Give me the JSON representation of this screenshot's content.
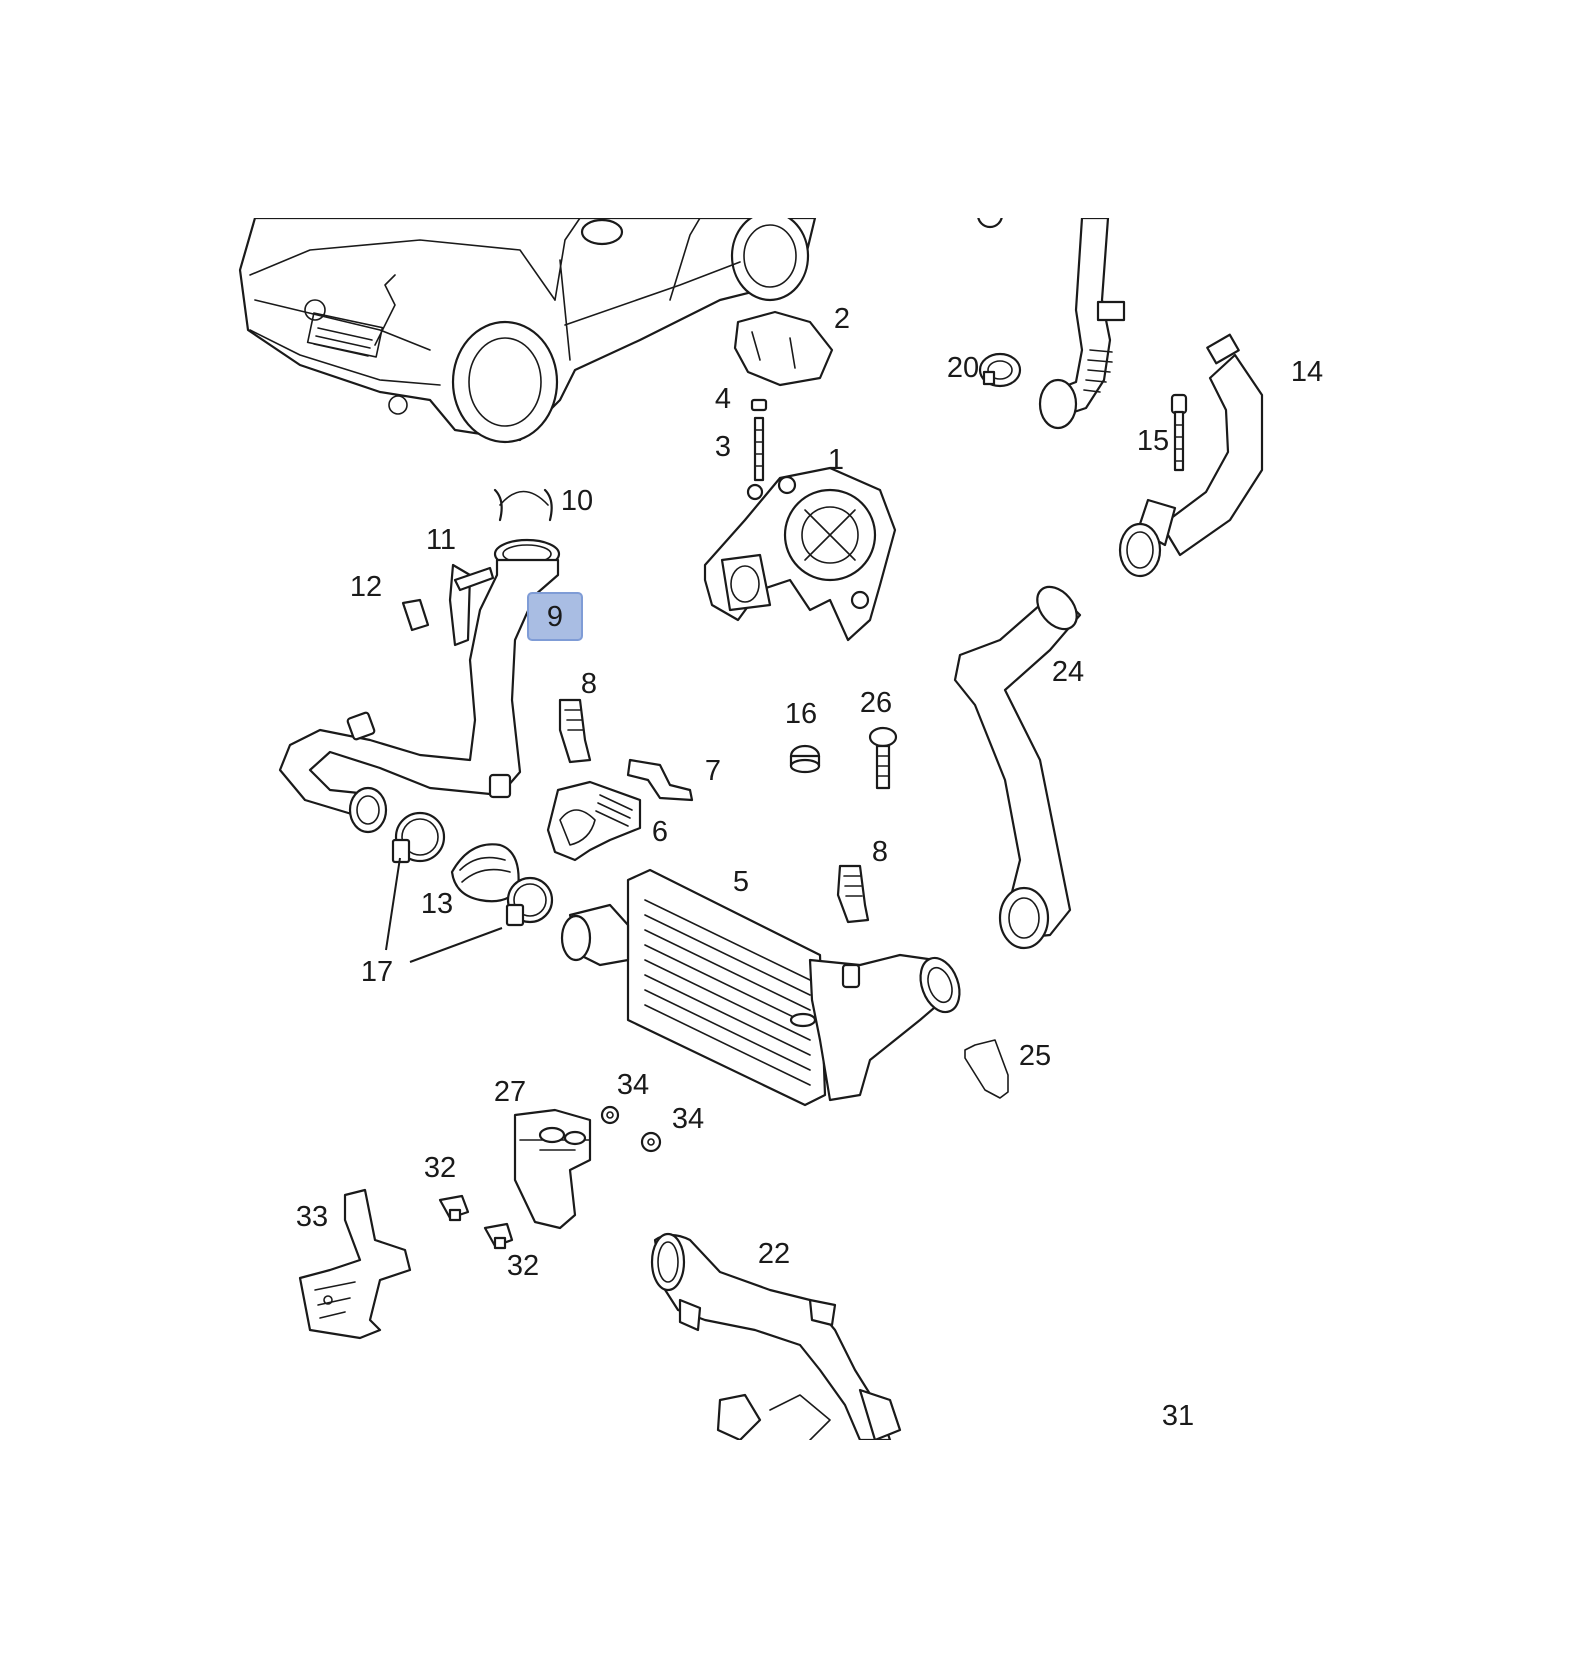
{
  "diagram": {
    "highlight_color": "#a9bde3",
    "highlighted_part": "9",
    "callouts": [
      "1",
      "2",
      "3",
      "4",
      "5",
      "6",
      "7",
      "8",
      "8",
      "9",
      "10",
      "11",
      "12",
      "13",
      "14",
      "15",
      "16",
      "17",
      "20",
      "22",
      "24",
      "25",
      "26",
      "27",
      "31",
      "32",
      "32",
      "33",
      "34",
      "34"
    ]
  }
}
